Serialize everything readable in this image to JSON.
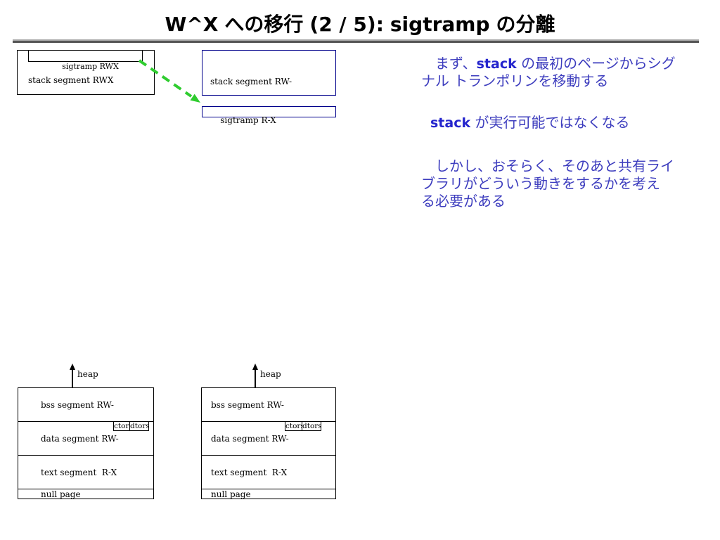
{
  "title": {
    "w": "W^X",
    "jp1": "への移行",
    "num": "(2 / 5):",
    "code": "sigtramp",
    "jp2": "の分離"
  },
  "colors": {
    "note_text_blue": "#3d3dbe",
    "note_code_blue": "#2424cd",
    "box_border_black": "#000000",
    "box_border_navy": "#00008b",
    "arrow_green": "#2fcc2f",
    "divider_top_gray": "#a9a9a9",
    "divider_bottom_gray": "#565656"
  },
  "stack_old": {
    "sigtramp": "sigtramp RWX",
    "segment": "stack segment RWX"
  },
  "stack_new": {
    "segment": "stack segment RW-",
    "sigtramp": "sigtramp R-X"
  },
  "notes": {
    "p1": {
      "line1_pre": "まず、",
      "line1_code": "stack",
      "line1_post": " の最初のページからシグ",
      "line2": "ナル トランポリンを移動する"
    },
    "p2": {
      "code": "stack",
      "post": " が実行可能ではなくなる"
    },
    "p3": {
      "line1": "しかし、おそらく、そのあと共有ライ",
      "line2": "ブラリがどういう動きをするかを考え",
      "line3": "る必要がある"
    }
  },
  "memory_maps": [
    {
      "heap": "heap",
      "bss": "bss segment RW-",
      "ctors": "ctors",
      "dtors": "dtors",
      "data": "data segment RW-",
      "text": "text segment  R-X",
      "null_page": "null page"
    },
    {
      "heap": "heap",
      "bss": "bss segment RW-",
      "ctors": "ctors",
      "dtors": "dtors",
      "data": "data segment RW-",
      "text": "text segment  R-X",
      "null_page": "null page"
    }
  ]
}
